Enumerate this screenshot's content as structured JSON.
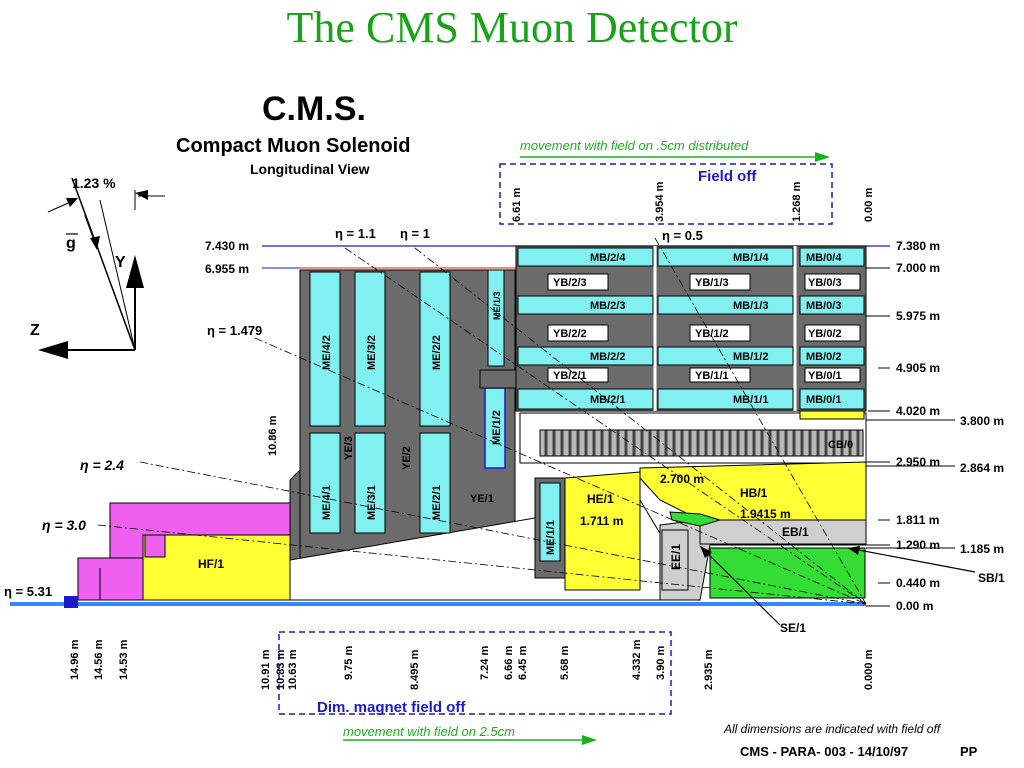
{
  "title": "The CMS Muon Detector",
  "header": {
    "cms": "C.M.S.",
    "name": "Compact Muon Solenoid",
    "view": "Longitudinal View"
  },
  "axes": {
    "percent": "1.23 %",
    "g": "g",
    "y": "Y",
    "z": "Z"
  },
  "field_off": "Field off",
  "movement_top": "movement with field on .5cm distributed",
  "movement_bottom": "movement with field on 2.5cm",
  "dim_magnet": "Dim. magnet field off",
  "footer_note": "All dimensions are indicated with field off",
  "footer_ref": "CMS - PARA- 003 - 14/10/97",
  "footer_initials": "PP",
  "eta": {
    "e11": "η = 1.1",
    "e1": "η = 1",
    "e05": "η = 0.5",
    "e1479": "η = 1.479",
    "e24": "η = 2.4",
    "e30": "η = 3.0",
    "e531": "η = 5.31"
  },
  "left_dims": {
    "r7430": "7.430 m",
    "r6955": "6.955 m",
    "v1086": "10.86 m"
  },
  "top_dims": [
    "6.61 m",
    "3.954 m",
    "1.268 m",
    "0.00 m"
  ],
  "right_dims": {
    "r7380": "7.380 m",
    "r7000": "7.000 m",
    "r5975": "5.975 m",
    "r4905": "4.905 m",
    "r4020": "4.020 m",
    "r3800": "3.800 m",
    "r2950": "2.950 m",
    "r2864": "2.864 m",
    "r1811": "1.811 m",
    "r1290": "1.290 m",
    "r1185": "1.185 m",
    "r0440": "0.440 m",
    "r000": "0.00 m",
    "sb1": "SB/1",
    "se1": "SE/1"
  },
  "inner_dims": {
    "d2700": "2.700 m",
    "d19415": "1.9415 m",
    "d1711": "1.711 m"
  },
  "bottom_dims": [
    "14.96 m",
    "14.56 m",
    "14.53 m",
    "10.91 m",
    "10.83 m",
    "10.63 m",
    "9.75 m",
    "8.495 m",
    "7.24 m",
    "6.66 m",
    "6.45 m",
    "5.68 m",
    "4.332 m",
    "3.90 m",
    "2.935 m",
    "0.000 m"
  ],
  "barrel": {
    "mb": [
      "MB/2/4",
      "MB/1/4",
      "MB/0/4",
      "MB/2/3",
      "MB/1/3",
      "MB/0/3",
      "MB/2/2",
      "MB/1/2",
      "MB/0/2",
      "MB/2/1",
      "MB/1/1",
      "MB/0/1"
    ],
    "yb": [
      "YB/2/3",
      "YB/1/3",
      "YB/0/3",
      "YB/2/2",
      "YB/1/2",
      "YB/0/2",
      "YB/2/1",
      "YB/1/1",
      "YB/0/1"
    ],
    "cb0": "CB/0"
  },
  "endcap": {
    "me42": "ME/4/2",
    "me32": "ME/3/2",
    "me22": "ME/2/2",
    "me13": "ME/1/3",
    "me12": "ME/1/2",
    "me41": "ME/4/1",
    "me31": "ME/3/1",
    "me21": "ME/2/1",
    "me11": "ME/1/1",
    "ye3": "YE/3",
    "ye2": "YE/2",
    "ye1": "YE/1"
  },
  "calo": {
    "hf1": "HF/1",
    "he1": "HE/1",
    "hb1": "HB/1",
    "eb1": "EB/1",
    "ee1": "EE/1"
  },
  "colors": {
    "title": "#19a319",
    "chamber": "#80f0f0",
    "iron": "#6b6b6b",
    "hcal": "#ffff33",
    "hf_magenta": "#f060f0",
    "ecal_green": "#33dd33",
    "beam": "#3388ff",
    "annot_blue": "#1a1acc",
    "annot_green": "#19b319"
  }
}
